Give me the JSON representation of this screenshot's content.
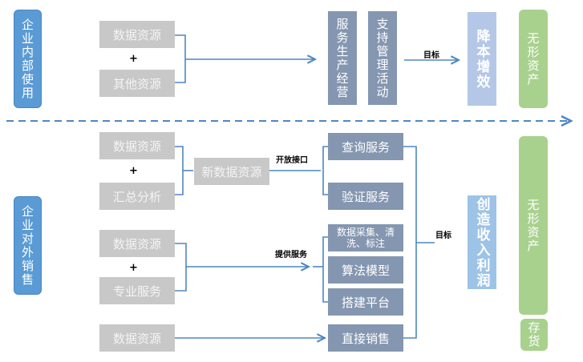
{
  "colors": {
    "category": "#5b9bd5",
    "source_box": "#c8c8c8",
    "service_box": "#8496b0",
    "goal_box": "#b4c7e7",
    "goal_box_2": "#9dc3e6",
    "asset_box": "#a9d18e",
    "connector": "#4f87c2"
  },
  "internal": {
    "category": "企业内部使用",
    "sources": [
      "数据资源",
      "其他资源"
    ],
    "plus": "+",
    "activities": [
      "服务生产经营",
      "支持管理活动"
    ],
    "goal_label": "目标",
    "goal": "降本增效",
    "asset": "无形资产"
  },
  "external": {
    "category": "企业对外销售",
    "group1": {
      "sources": [
        "数据资源",
        "汇总分析"
      ],
      "plus": "+",
      "result": "新数据资源",
      "link_label": "开放接口",
      "services": [
        "查询服务",
        "验证服务"
      ]
    },
    "group2": {
      "sources": [
        "数据资源",
        "专业服务"
      ],
      "plus": "+",
      "link_label": "提供服务",
      "services": [
        "数据采集、清洗、标注",
        "算法模型",
        "搭建平台"
      ]
    },
    "group3": {
      "source": "数据资源",
      "service": "直接销售"
    },
    "goal_label": "目标",
    "goal": "创造收入利润",
    "assets": [
      "无形资产",
      "存货"
    ]
  }
}
